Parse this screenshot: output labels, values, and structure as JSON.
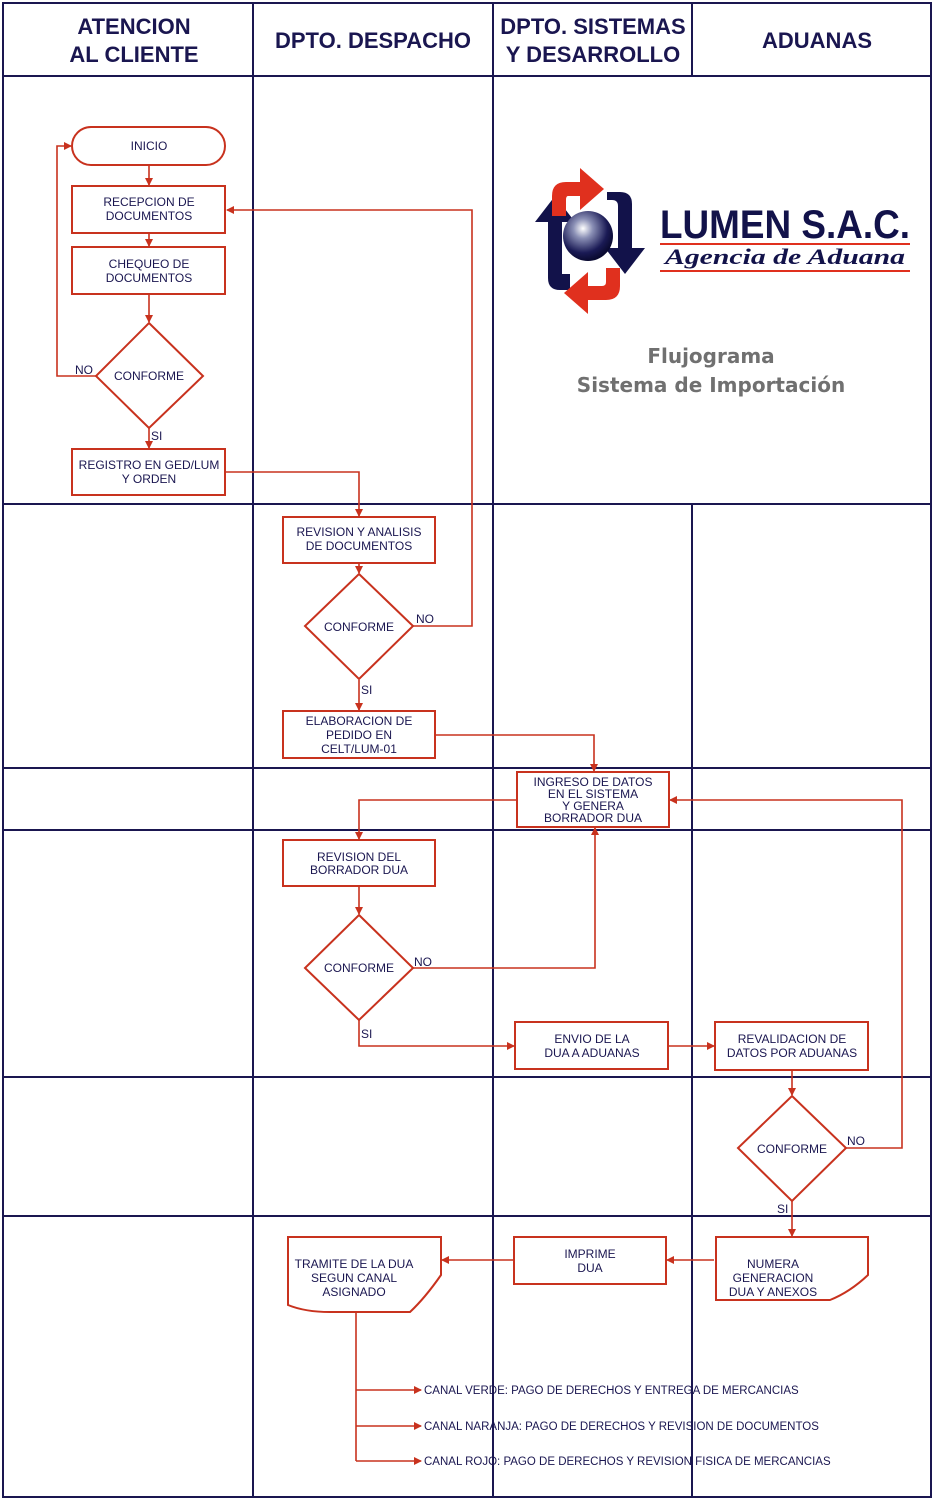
{
  "lanes": {
    "cliente_1": "ATENCION",
    "cliente_2": "AL CLIENTE",
    "despacho": "DPTO. DESPACHO",
    "sistemas_1": "DPTO. SISTEMAS",
    "sistemas_2": "Y DESARROLLO",
    "aduanas": "ADUANAS"
  },
  "logo": {
    "name": "LUMEN S.A.C.",
    "tagline": "Agencia de Aduana"
  },
  "title": {
    "line1": "Flujograma",
    "line2": "Sistema de Importación"
  },
  "nodes": {
    "inicio": "INICIO",
    "recepcion_1": "RECEPCION DE",
    "recepcion_2": "DOCUMENTOS",
    "chequeo_1": "CHEQUEO DE",
    "chequeo_2": "DOCUMENTOS",
    "conforme_1": "CONFORME",
    "registro_1": "REGISTRO EN GED/LUM",
    "registro_2": "Y ORDEN",
    "revision_1": "REVISION Y ANALISIS",
    "revision_2": "DE DOCUMENTOS",
    "conforme_2": "CONFORME",
    "elaboracion_1": "ELABORACION DE",
    "elaboracion_2": "PEDIDO EN",
    "elaboracion_3": "CELT/LUM-01",
    "ingreso_1": "INGRESO DE DATOS",
    "ingreso_2": "EN EL SISTEMA",
    "ingreso_3": "Y GENERA",
    "ingreso_4": "BORRADOR DUA",
    "revborrador_1": "REVISION DEL",
    "revborrador_2": "BORRADOR DUA",
    "conforme_3": "CONFORME",
    "envio_1": "ENVIO DE LA",
    "envio_2": "DUA A ADUANAS",
    "revalidacion_1": "REVALIDACION DE",
    "revalidacion_2": "DATOS POR ADUANAS",
    "conforme_4": "CONFORME",
    "numera_1": "NUMERA",
    "numera_2": "GENERACION",
    "numera_3": "DUA Y ANEXOS",
    "imprime_1": "IMPRIME",
    "imprime_2": "DUA",
    "tramite_1": "TRAMITE DE LA DUA",
    "tramite_2": "SEGUN CANAL",
    "tramite_3": "ASIGNADO"
  },
  "edge_labels": {
    "no_1": "NO",
    "si_1": "SI",
    "no_2": "NO",
    "si_2": "SI",
    "no_3": "NO",
    "si_3": "SI",
    "no_4": "NO",
    "si_4": "SI"
  },
  "canales": [
    "CANAL VERDE: PAGO DE DERECHOS Y ENTREGA DE MERCANCIAS",
    "CANAL NARANJA: PAGO DE DERECHOS Y REVISION DE DOCUMENTOS",
    "CANAL ROJO: PAGO DE DERECHOS Y REVISION FISICA DE MERCANCIAS"
  ],
  "colors": {
    "flow": "#c8321e",
    "grid": "#1a1650",
    "text": "#1a1650",
    "subtitle": "#707070"
  }
}
